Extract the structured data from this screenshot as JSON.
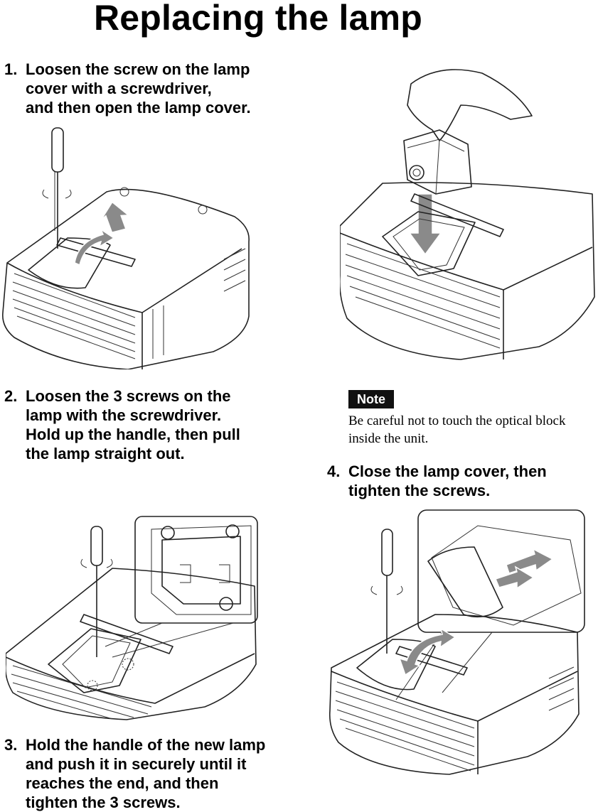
{
  "page": {
    "title": "Replacing the lamp"
  },
  "steps": [
    {
      "number": "1.",
      "lines": [
        "Loosen the screw on the lamp",
        "cover with a  screwdriver,",
        "and then open the lamp cover."
      ]
    },
    {
      "number": "2.",
      "lines": [
        "Loosen the 3 screws on the",
        "lamp with the screwdriver.",
        "Hold up the handle, then pull",
        "the lamp straight out."
      ]
    },
    {
      "number": "3.",
      "lines": [
        "Hold the handle of the new lamp",
        "and push it in securely until it",
        "reaches the end, and then",
        "tighten the 3 screws."
      ]
    },
    {
      "number": "4.",
      "lines": [
        "Close the lamp cover, then",
        "tighten the screws."
      ]
    }
  ],
  "note": {
    "badge": "Note",
    "lines": [
      "Be careful not to touch the optical block",
      "inside the unit."
    ]
  },
  "illustrations": {
    "step1": "projector-open-cover-illustration",
    "step2": "lamp-removal-illustration",
    "step3": "lamp-insert-screws-illustration",
    "step4": "close-cover-illustration"
  }
}
